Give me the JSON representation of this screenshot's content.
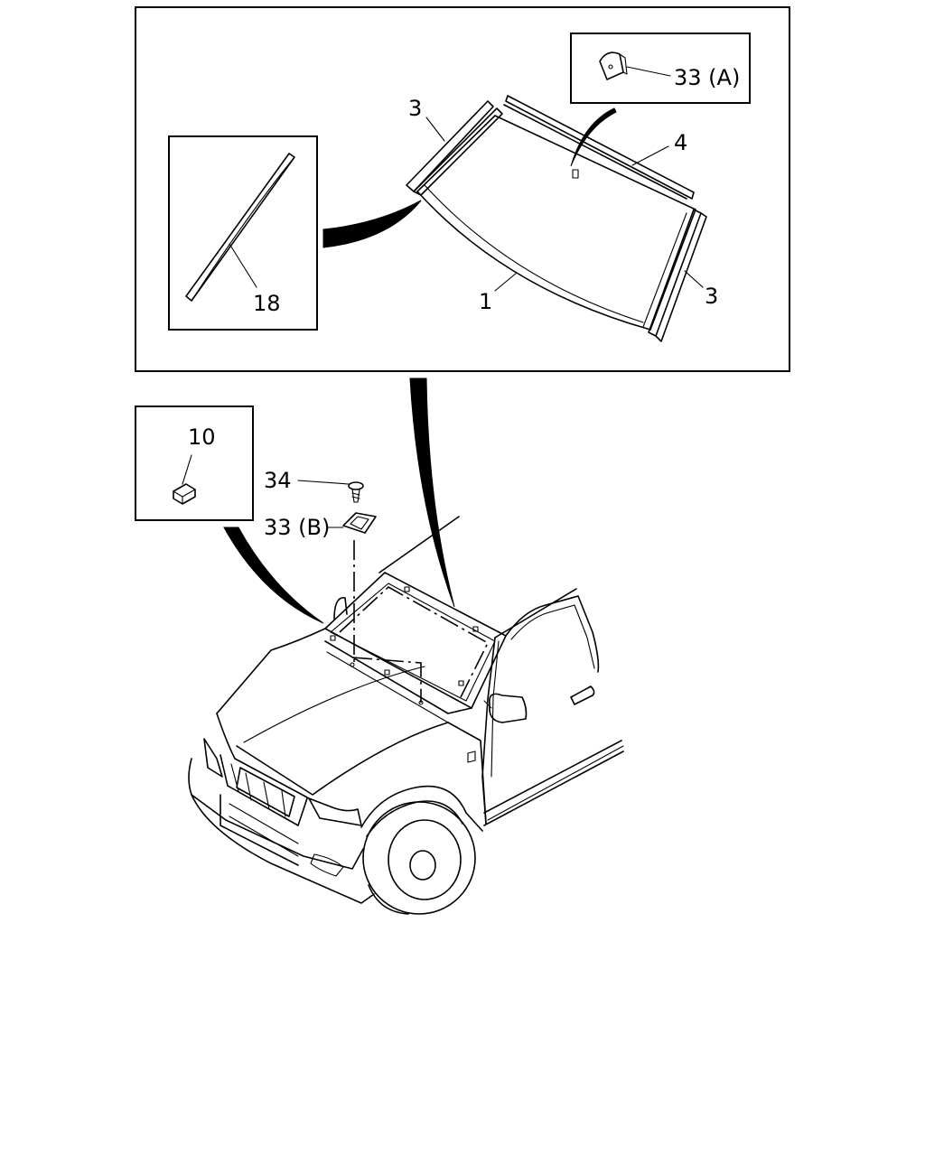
{
  "callouts": {
    "part_1": "1",
    "part_3_upper": "3",
    "part_3_right": "3",
    "part_4": "4",
    "part_10": "10",
    "part_18": "18",
    "part_33a": "33 (A)",
    "part_33b": "33 (B)",
    "part_34": "34"
  },
  "colors": {
    "line": "#000000",
    "background": "#ffffff"
  }
}
